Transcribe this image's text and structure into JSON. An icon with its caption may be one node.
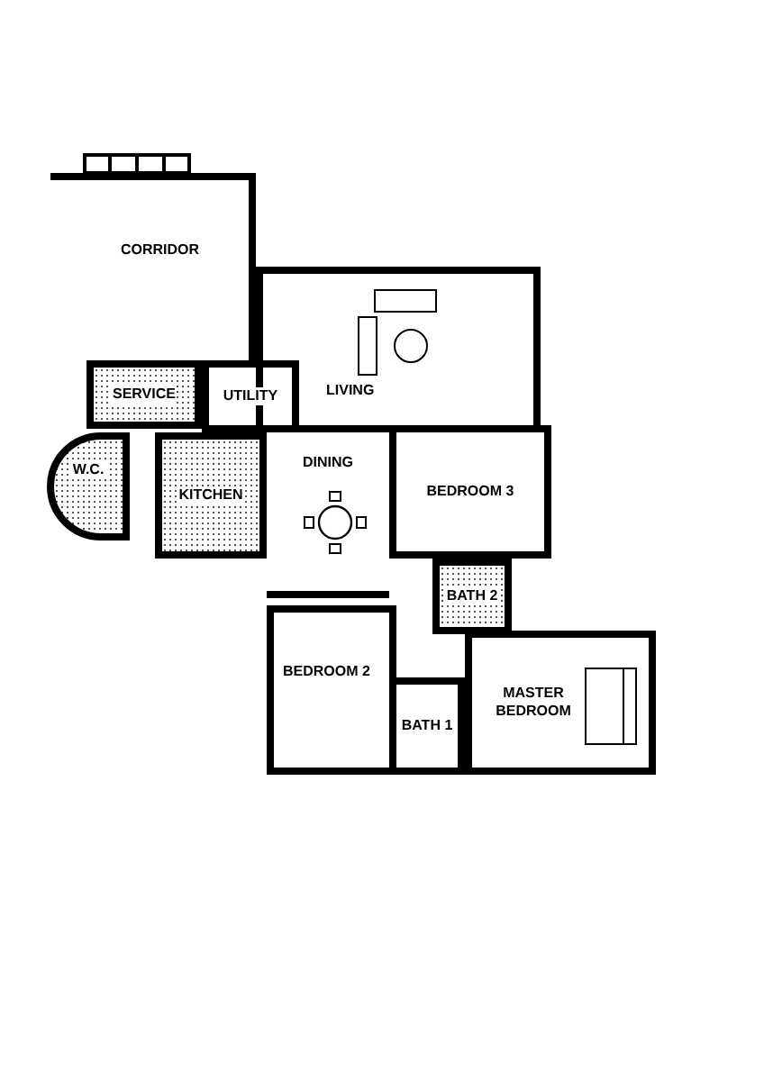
{
  "diagram": {
    "nodes": [
      {
        "text": [
          "CORRIDOR"
        ]
      },
      {
        "text": [
          "LIVING"
        ]
      },
      {
        "text": [
          "SERVICE"
        ]
      },
      {
        "text": [
          "UTILITY"
        ]
      },
      {
        "text": [
          "W.C."
        ]
      },
      {
        "text": [
          "KITCHEN"
        ]
      },
      {
        "text": [
          "DINING"
        ]
      },
      {
        "text": [
          "BEDROOM 3"
        ]
      },
      {
        "text": [
          "BATH 2"
        ]
      },
      {
        "text": [
          "BEDROOM 2"
        ]
      },
      {
        "text": [
          "BATH 1"
        ]
      },
      {
        "text": [
          "MASTER BEDROOM"
        ]
      }
    ]
  }
}
